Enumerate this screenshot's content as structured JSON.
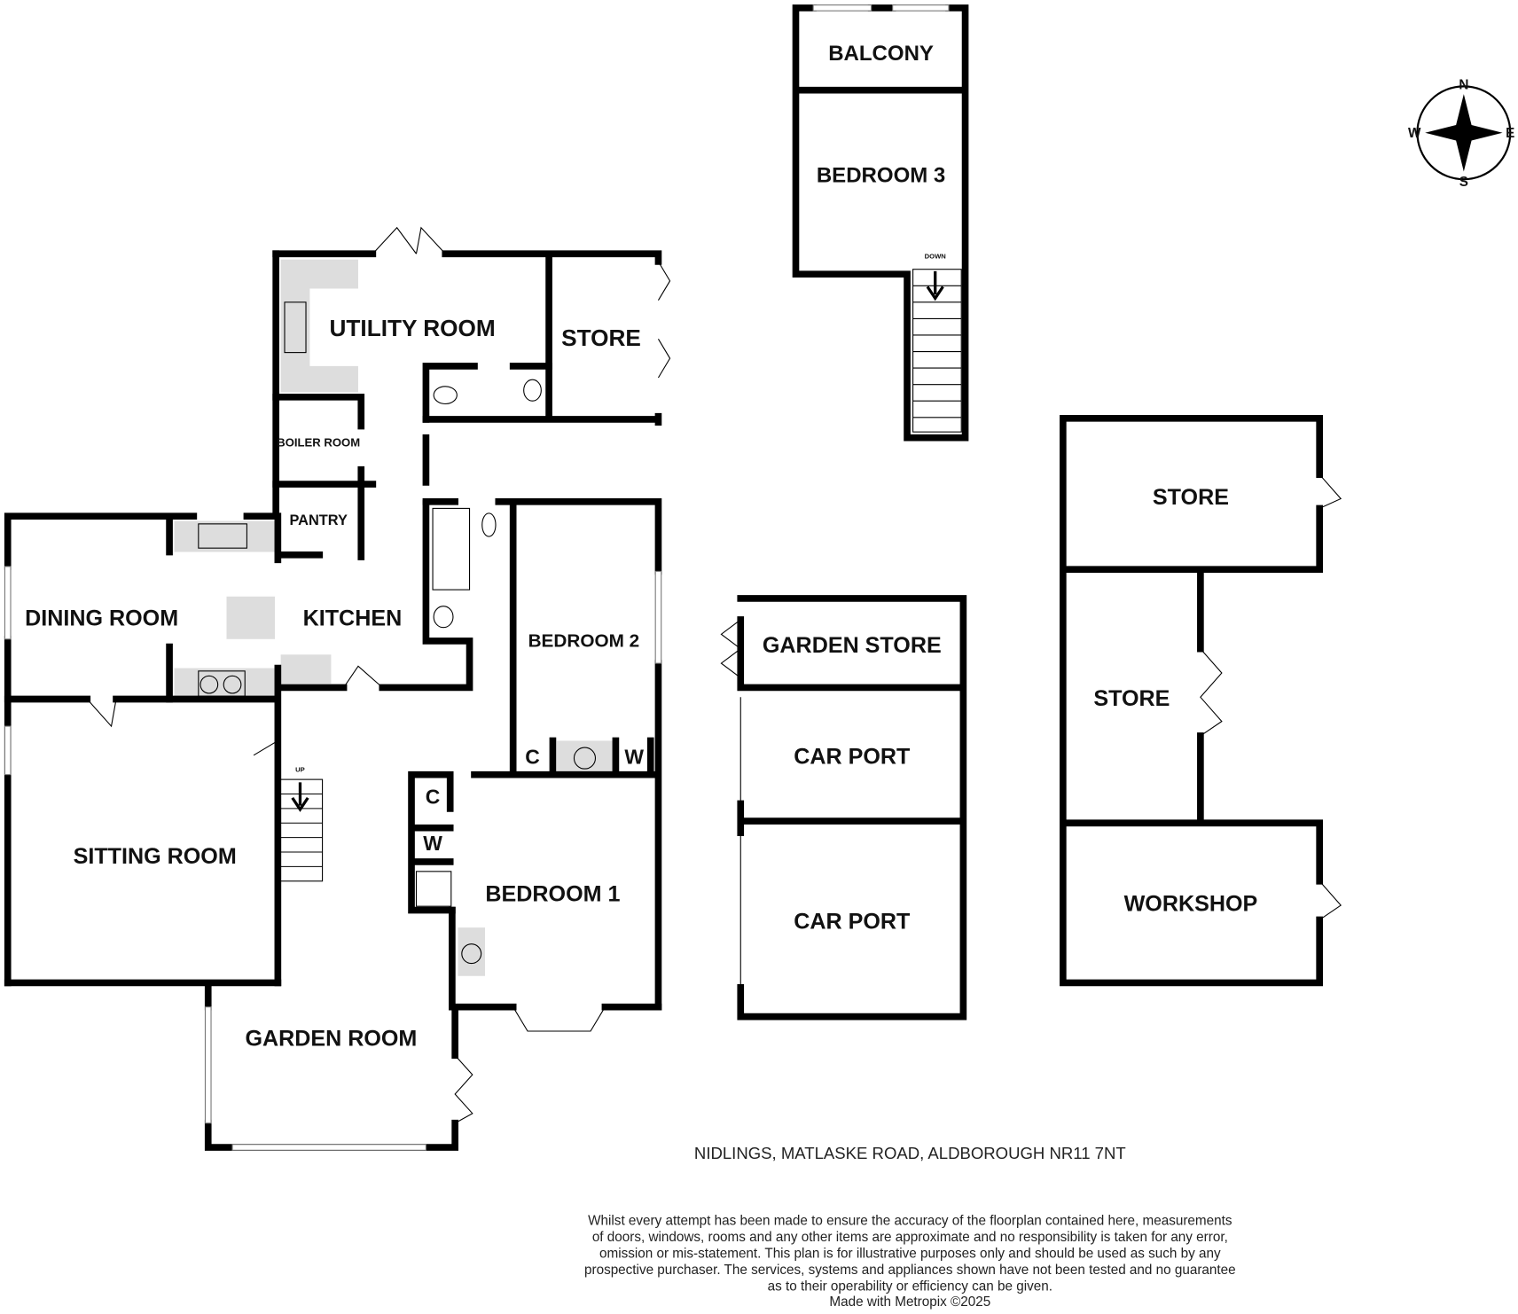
{
  "rooms": {
    "balcony": "BALCONY",
    "bedroom3": "BEDROOM 3",
    "down": "DOWN",
    "utility": "UTILITY ROOM",
    "store_main": "STORE",
    "boiler": "BOILER ROOM",
    "pantry": "PANTRY",
    "dining": "DINING ROOM",
    "kitchen": "KITCHEN",
    "bedroom2": "BEDROOM 2",
    "c1": "C",
    "w1": "W",
    "c2": "C",
    "w2": "W",
    "up": "UP",
    "sitting": "SITTING ROOM",
    "bedroom1": "BEDROOM 1",
    "garden_room": "GARDEN ROOM",
    "garden_store": "GARDEN STORE",
    "carport1": "CAR PORT",
    "carport2": "CAR PORT",
    "store_a": "STORE",
    "store_b": "STORE",
    "workshop": "WORKSHOP"
  },
  "compass": {
    "n": "N",
    "e": "E",
    "s": "S",
    "w": "W"
  },
  "address": "NIDLINGS, MATLASKE ROAD, ALDBOROUGH NR11 7NT",
  "disclaimer": [
    "Whilst every attempt has been made to ensure the accuracy of the floorplan contained here, measurements",
    "of doors, windows, rooms and any other items are approximate and no responsibility is taken for any error,",
    "omission or mis-statement. This plan is for illustrative purposes only and should be used as such by any",
    "prospective purchaser. The services, systems and appliances shown have not been tested and no guarantee",
    "as to their operability or efficiency can be given."
  ],
  "credit": "Made with Metropix ©2025"
}
